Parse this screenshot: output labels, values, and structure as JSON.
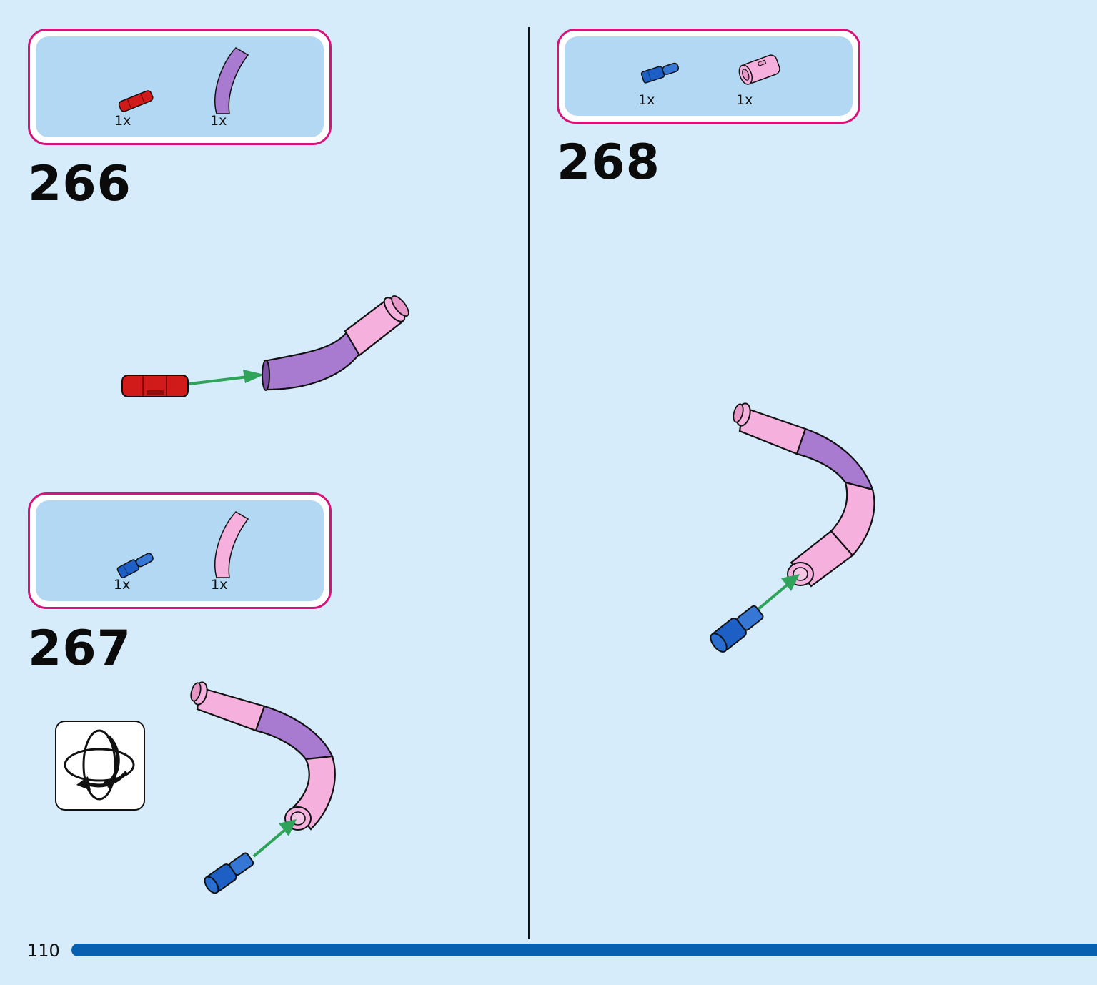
{
  "steps": [
    {
      "number": "266",
      "parts": [
        {
          "qty": "1x",
          "icon": "red-axle-connector-icon",
          "color": "#d11a1a"
        },
        {
          "qty": "1x",
          "icon": "purple-curved-tube-icon",
          "color": "#a87ad0"
        }
      ]
    },
    {
      "number": "267",
      "parts": [
        {
          "qty": "1x",
          "icon": "blue-axle-pin-icon",
          "color": "#1d5fc4"
        },
        {
          "qty": "1x",
          "icon": "pink-curved-tube-icon",
          "color": "#f6b0de"
        }
      ]
    },
    {
      "number": "268",
      "parts": [
        {
          "qty": "1x",
          "icon": "blue-axle-pin-icon",
          "color": "#1d5fc4"
        },
        {
          "qty": "1x",
          "icon": "pink-tube-connector-icon",
          "color": "#f6b0de"
        }
      ]
    }
  ],
  "rotate_icon": "rotate-model-icon",
  "page_number": "110",
  "colors": {
    "background": "#d6ecfa",
    "parts_box_border": "#d4147a",
    "parts_box_fill": "#b3d8f4",
    "arrow": "#2fa35a",
    "progress_bar": "#0860b0"
  }
}
